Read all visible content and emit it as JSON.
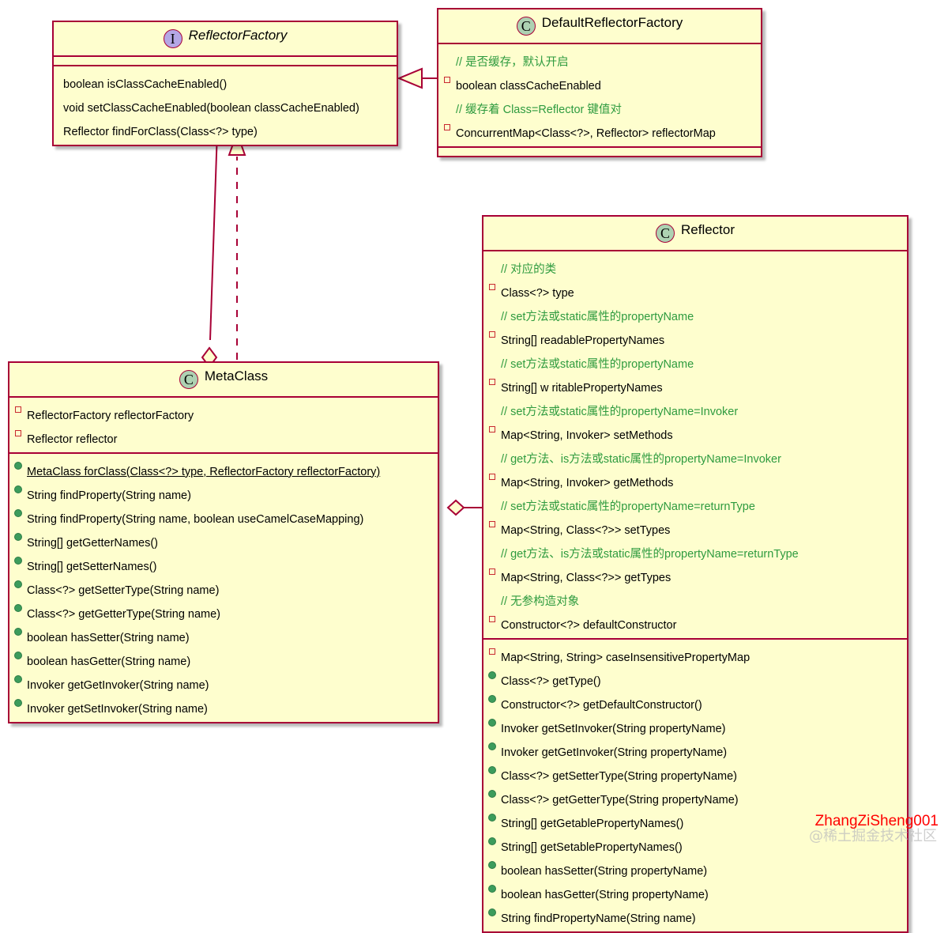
{
  "diagram": {
    "kind": "uml-class-diagram",
    "watermark_author": "ZhangZiSheng001",
    "watermark_site": "@稀土掘金技术社区",
    "colors": {
      "box_fill": "#FEFECE",
      "border": "#A80036",
      "interface_icon_fill": "#B4A7E5",
      "class_icon_fill": "#ADD1B2",
      "comment_text": "#2E9B3F",
      "field_marker": "#C82930",
      "method_marker": "#3C9C5C",
      "watermark_author_color": "#FF0000"
    }
  },
  "classes": {
    "reflector_factory": {
      "stereotype": "I",
      "stereotype_name": "interface",
      "name": "ReflectorFactory",
      "fields": [],
      "methods": [
        {
          "marker": "none",
          "text": "boolean isClassCacheEnabled()"
        },
        {
          "marker": "none",
          "text": "void setClassCacheEnabled(boolean classCacheEnabled)"
        },
        {
          "marker": "none",
          "text": "Reflector findForClass(Class<?> type)"
        }
      ]
    },
    "default_reflector_factory": {
      "stereotype": "C",
      "stereotype_name": "class",
      "name": "DefaultReflectorFactory",
      "fields": [
        {
          "marker": "comment",
          "text": "// 是否缓存，默认开启"
        },
        {
          "marker": "field",
          "text": "boolean classCacheEnabled"
        },
        {
          "marker": "comment",
          "text": "// 缓存着 Class=Reflector 键值对"
        },
        {
          "marker": "field",
          "text": "ConcurrentMap<Class<?>, Reflector> reflectorMap"
        }
      ],
      "methods": []
    },
    "meta_class": {
      "stereotype": "C",
      "stereotype_name": "class",
      "name": "MetaClass",
      "fields": [
        {
          "marker": "field",
          "text": "ReflectorFactory reflectorFactory"
        },
        {
          "marker": "field",
          "text": "Reflector reflector"
        }
      ],
      "methods": [
        {
          "marker": "method",
          "text": "MetaClass forClass(Class<?> type, ReflectorFactory reflectorFactory)",
          "static": true
        },
        {
          "marker": "method",
          "text": "String findProperty(String name)"
        },
        {
          "marker": "method",
          "text": "String findProperty(String name, boolean useCamelCaseMapping)"
        },
        {
          "marker": "method",
          "text": "String[] getGetterNames()"
        },
        {
          "marker": "method",
          "text": "String[] getSetterNames()"
        },
        {
          "marker": "method",
          "text": "Class<?> getSetterType(String name)"
        },
        {
          "marker": "method",
          "text": "Class<?> getGetterType(String name)"
        },
        {
          "marker": "method",
          "text": "boolean hasSetter(String name)"
        },
        {
          "marker": "method",
          "text": "boolean hasGetter(String name)"
        },
        {
          "marker": "method",
          "text": "Invoker getGetInvoker(String name)"
        },
        {
          "marker": "method",
          "text": "Invoker getSetInvoker(String name)"
        }
      ]
    },
    "reflector": {
      "stereotype": "C",
      "stereotype_name": "class",
      "name": "Reflector",
      "fields": [
        {
          "marker": "comment",
          "text": "// 对应的类"
        },
        {
          "marker": "field",
          "text": "Class<?> type"
        },
        {
          "marker": "comment",
          "text": "// set方法或static属性的propertyName"
        },
        {
          "marker": "field",
          "text": "String[] readablePropertyNames"
        },
        {
          "marker": "comment",
          "text": "// set方法或static属性的propertyName"
        },
        {
          "marker": "field",
          "text": "String[] w ritablePropertyNames"
        },
        {
          "marker": "comment",
          "text": "// set方法或static属性的propertyName=Invoker"
        },
        {
          "marker": "field",
          "text": "Map<String, Invoker> setMethods"
        },
        {
          "marker": "comment",
          "text": "// get方法、is方法或static属性的propertyName=Invoker"
        },
        {
          "marker": "field",
          "text": "Map<String, Invoker> getMethods"
        },
        {
          "marker": "comment",
          "text": "// set方法或static属性的propertyName=returnType"
        },
        {
          "marker": "field",
          "text": "Map<String, Class<?>> setTypes"
        },
        {
          "marker": "comment",
          "text": "// get方法、is方法或static属性的propertyName=returnType"
        },
        {
          "marker": "field",
          "text": "Map<String, Class<?>> getTypes"
        },
        {
          "marker": "comment",
          "text": "// 无参构造对象"
        },
        {
          "marker": "field",
          "text": "Constructor<?> defaultConstructor"
        }
      ],
      "methods": [
        {
          "marker": "field",
          "text": "Map<String, String> caseInsensitivePropertyMap"
        },
        {
          "marker": "method",
          "text": "Class<?> getType()"
        },
        {
          "marker": "method",
          "text": "Constructor<?> getDefaultConstructor()"
        },
        {
          "marker": "method",
          "text": "Invoker getSetInvoker(String propertyName)"
        },
        {
          "marker": "method",
          "text": "Invoker getGetInvoker(String propertyName)"
        },
        {
          "marker": "method",
          "text": "Class<?> getSetterType(String propertyName)"
        },
        {
          "marker": "method",
          "text": "Class<?> getGetterType(String propertyName)"
        },
        {
          "marker": "method",
          "text": "String[] getGetablePropertyNames()"
        },
        {
          "marker": "method",
          "text": "String[] getSetablePropertyNames()"
        },
        {
          "marker": "method",
          "text": "boolean hasSetter(String propertyName)"
        },
        {
          "marker": "method",
          "text": "boolean hasGetter(String propertyName)"
        },
        {
          "marker": "method",
          "text": "String findPropertyName(String name)"
        }
      ]
    }
  },
  "relations": [
    {
      "id": "impl-default-to-factory",
      "type": "realization",
      "from": "DefaultReflectorFactory",
      "to": "ReflectorFactory",
      "style": "solid",
      "head": "hollow-triangle"
    },
    {
      "id": "agg-factory-to-metaclass",
      "type": "aggregation",
      "from": "ReflectorFactory",
      "to": "MetaClass",
      "style": "solid",
      "head": "hollow-diamond"
    },
    {
      "id": "dep-metaclass-to-factory",
      "type": "dependency",
      "from": "MetaClass",
      "to": "ReflectorFactory",
      "style": "dashed",
      "head": "hollow-triangle"
    },
    {
      "id": "agg-reflector-to-metaclass",
      "type": "aggregation",
      "from": "Reflector",
      "to": "MetaClass",
      "style": "solid",
      "head": "hollow-diamond"
    }
  ]
}
